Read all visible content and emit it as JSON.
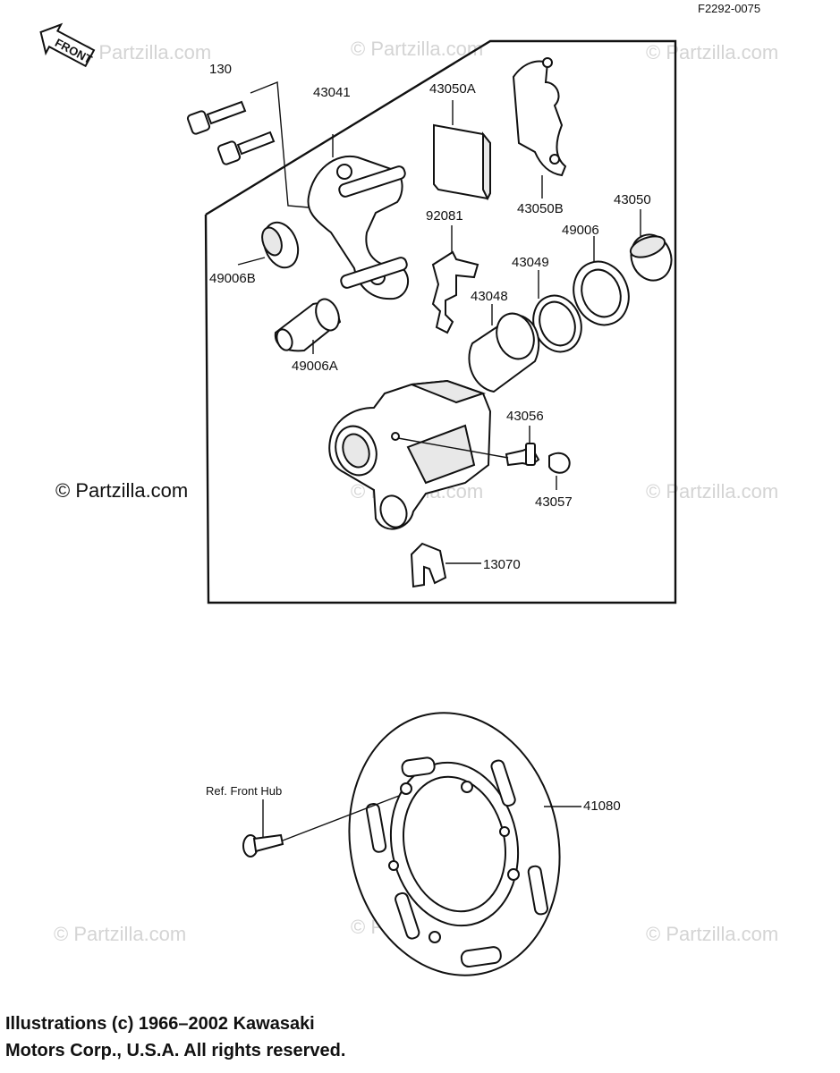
{
  "diagram_id": "F2292-0075",
  "front_marker": "FRONT",
  "watermark": "© Partzilla.com",
  "copyright_overlay": "© Partzilla.com",
  "reference": "Ref. Front Hub",
  "footer": {
    "line1": "Illustrations (c) 1966–2002 Kawasaki",
    "line2": "Motors Corp., U.S.A.  All rights reserved."
  },
  "parts": {
    "p130": "130",
    "p43041": "43041",
    "p43050A": "43050A",
    "p43050B": "43050B",
    "p43050": "43050",
    "p92081": "92081",
    "p49006": "49006",
    "p43049": "43049",
    "p43048": "43048",
    "p49006B": "49006B",
    "p49006A": "49006A",
    "p43056": "43056",
    "p43057": "43057",
    "p13070": "13070",
    "p41080": "41080"
  }
}
